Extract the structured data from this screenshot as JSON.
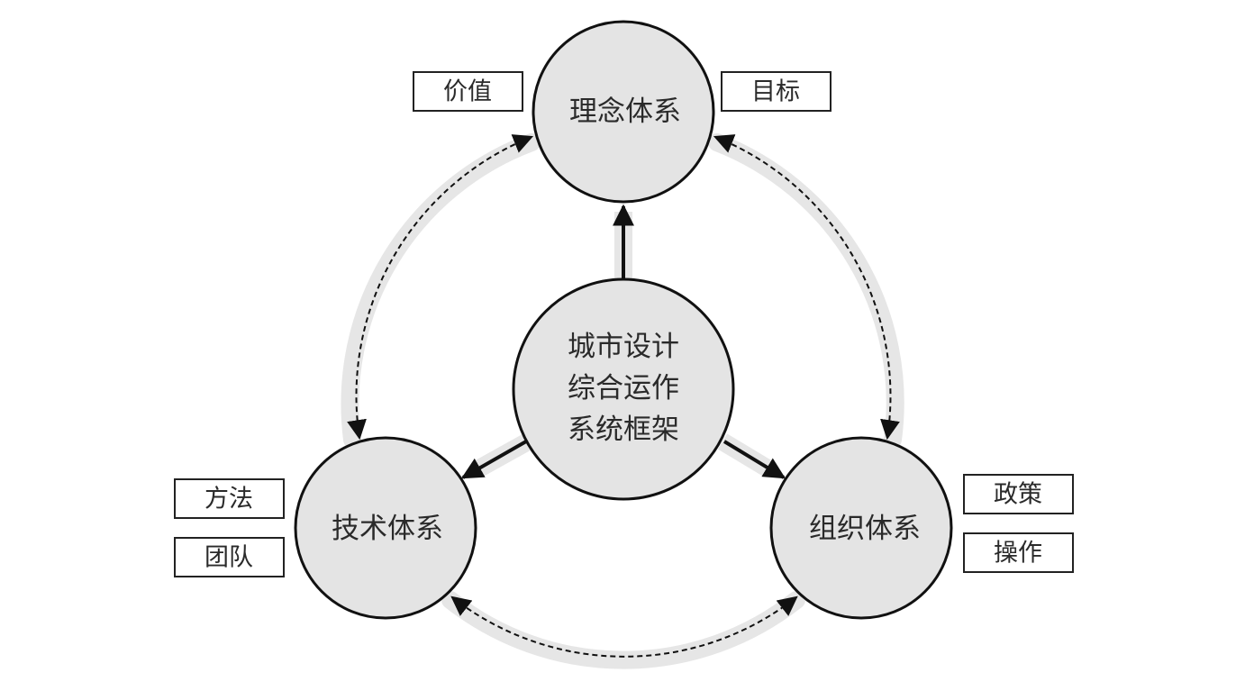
{
  "center": {
    "lines": [
      "城市设计",
      "综合运作",
      "系统框架"
    ]
  },
  "nodes": {
    "top": {
      "label": "理念体系"
    },
    "left": {
      "label": "技术体系"
    },
    "right": {
      "label": "组织体系"
    }
  },
  "tags": {
    "top_left": "价值",
    "top_right": "目标",
    "left_upper": "方法",
    "left_lower": "团队",
    "right_upper": "政策",
    "right_lower": "操作"
  },
  "colors": {
    "circle_fill": "#e4e4e4",
    "stroke": "#111111",
    "halo": "#e6e6e6"
  }
}
